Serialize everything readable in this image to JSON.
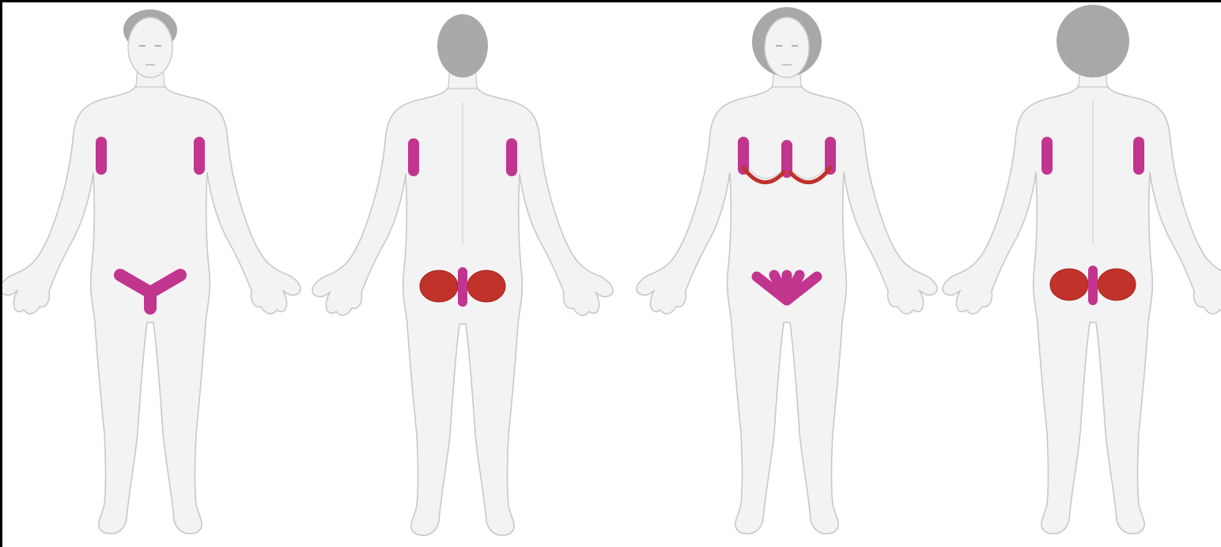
{
  "colors": {
    "background": "#ffffff",
    "frame": "#000000",
    "body_fill": "#f3f3f3",
    "body_outline": "#c8c8c8",
    "hair": "#a8a8a8",
    "marker_magenta": "#c2358f",
    "marker_red": "#c1322a",
    "marker_red_edge": "#a8201a",
    "contour_line": "#d6d6d6"
  },
  "figures": [
    {
      "id": "male-front",
      "view": "front",
      "sex": "male",
      "icon": "male-body-front-icon"
    },
    {
      "id": "male-back",
      "view": "back",
      "sex": "male",
      "icon": "male-body-back-icon"
    },
    {
      "id": "female-front",
      "view": "front",
      "sex": "female",
      "icon": "female-body-front-icon"
    },
    {
      "id": "female-back",
      "view": "back",
      "sex": "female",
      "icon": "female-body-back-icon"
    }
  ],
  "markers": [
    {
      "figure": "male-front",
      "region": "left-axilla",
      "shape": "bar",
      "color": "marker_magenta"
    },
    {
      "figure": "male-front",
      "region": "right-axilla",
      "shape": "bar",
      "color": "marker_magenta"
    },
    {
      "figure": "male-front",
      "region": "groin",
      "shape": "y-shape",
      "color": "marker_magenta"
    },
    {
      "figure": "male-back",
      "region": "left-axilla",
      "shape": "bar",
      "color": "marker_magenta"
    },
    {
      "figure": "male-back",
      "region": "right-axilla",
      "shape": "bar",
      "color": "marker_magenta"
    },
    {
      "figure": "male-back",
      "region": "buttocks",
      "shape": "two-circles-with-bar",
      "color": "marker_red"
    },
    {
      "figure": "female-front",
      "region": "axillae-and-inframammary",
      "shape": "w-curve",
      "color": "marker_magenta"
    },
    {
      "figure": "female-front",
      "region": "groin",
      "shape": "fan",
      "color": "marker_magenta"
    },
    {
      "figure": "female-back",
      "region": "left-axilla",
      "shape": "bar",
      "color": "marker_magenta"
    },
    {
      "figure": "female-back",
      "region": "right-axilla",
      "shape": "bar",
      "color": "marker_magenta"
    },
    {
      "figure": "female-back",
      "region": "buttocks",
      "shape": "two-circles-with-bar",
      "color": "marker_red"
    }
  ]
}
